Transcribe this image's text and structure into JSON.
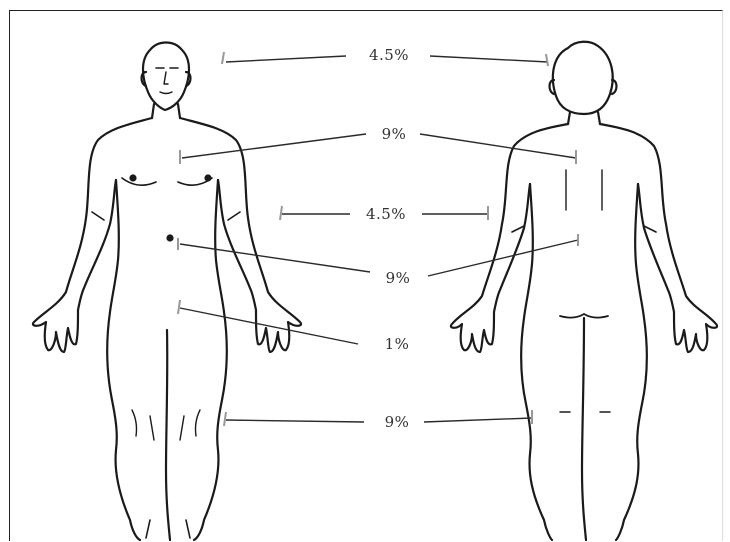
{
  "diagram": {
    "labels": {
      "head_neck": "4.5%",
      "chest_upper_back": "9%",
      "arms": "4.5%",
      "abdomen_lower_back": "9%",
      "genitals": "1%",
      "legs": "9%"
    }
  }
}
